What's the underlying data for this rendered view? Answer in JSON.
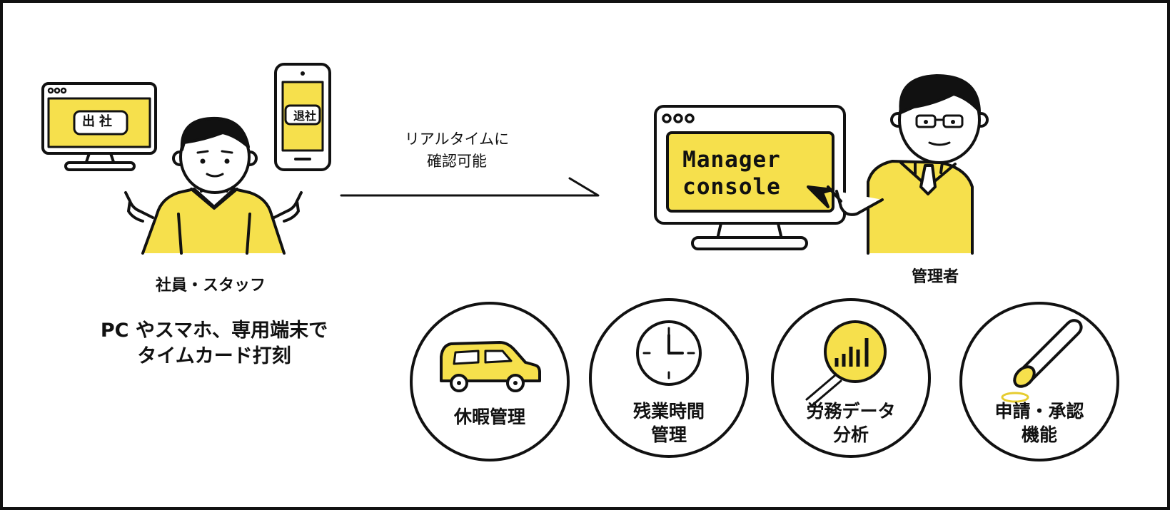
{
  "employee": {
    "pc_button": "出社",
    "phone_button": "退社",
    "label": "社員・スタッフ",
    "description": [
      "PC やスマホ、専用端末で",
      "タイムカード打刻"
    ]
  },
  "arrow_caption": [
    "リアルタイムに",
    "確認可能"
  ],
  "manager": {
    "console_title": [
      "Manager",
      "console"
    ],
    "label": "管理者"
  },
  "features": [
    {
      "icon": "car-icon",
      "label": [
        "休暇管理"
      ]
    },
    {
      "icon": "clock-icon",
      "label": [
        "残業時間",
        "管理"
      ]
    },
    {
      "icon": "magnifier-chart-icon",
      "label": [
        "労務データ",
        "分析"
      ]
    },
    {
      "icon": "stamp-icon",
      "label": [
        "申請・承認",
        "機能"
      ]
    }
  ],
  "colors": {
    "accent": "#f6e04c",
    "ink": "#111111",
    "background": "#ffffff"
  }
}
